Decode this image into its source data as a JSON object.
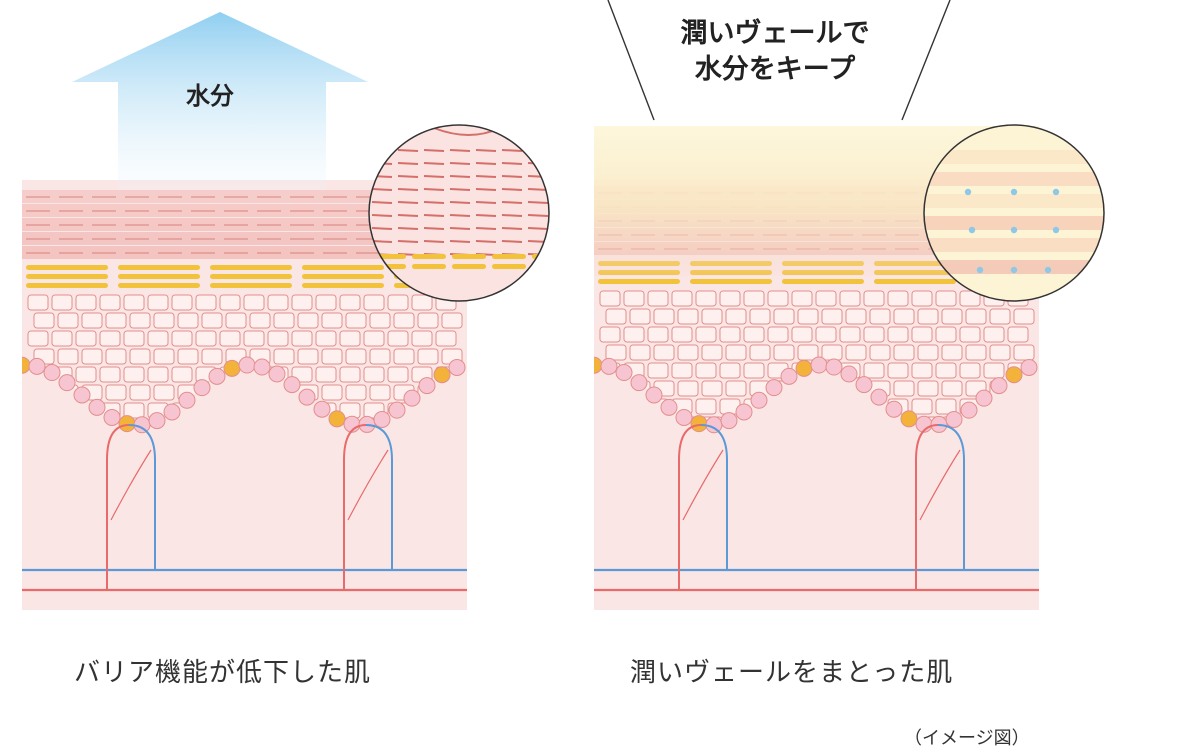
{
  "left_panel": {
    "caption": "バリア機能が低下した肌",
    "arrow_label": "水分"
  },
  "right_panel": {
    "caption": "潤いヴェールをまとった肌",
    "veil_label_line1": "潤いヴェールで",
    "veil_label_line2": "水分をキープ"
  },
  "note": "（イメージ図）",
  "colors": {
    "skin_base": "#fbe6e6",
    "corneum": "#f1b8b3",
    "granular": "#f2c33a",
    "cell_stroke": "#e28f8c",
    "basal_cell": "#f7c4d2",
    "basal_yellow": "#f3b23a",
    "artery": "#e86a6a",
    "vein": "#5b9ad6",
    "arrow_top": "#7cc6ee",
    "veil": "#fbf1c9"
  }
}
